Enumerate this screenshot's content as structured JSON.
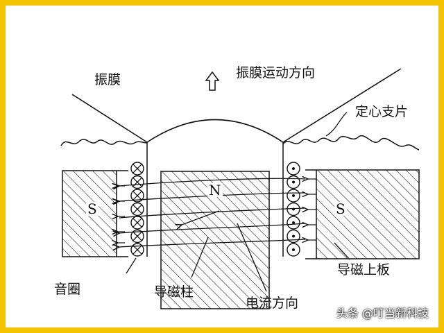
{
  "labels": {
    "diaphragm": "振膜",
    "motion_direction": "振膜运动方向",
    "spider": "定心支片",
    "voice_coil": "音圈",
    "pole_piece": "导磁柱",
    "current_direction": "电流方向",
    "top_plate": "导磁上板",
    "north": "N",
    "south_left": "S",
    "south_right": "S"
  },
  "watermark": "头条 @叮当新科技",
  "colors": {
    "border": "#f5c400",
    "ink": "#111111",
    "background": "#ffffff"
  }
}
